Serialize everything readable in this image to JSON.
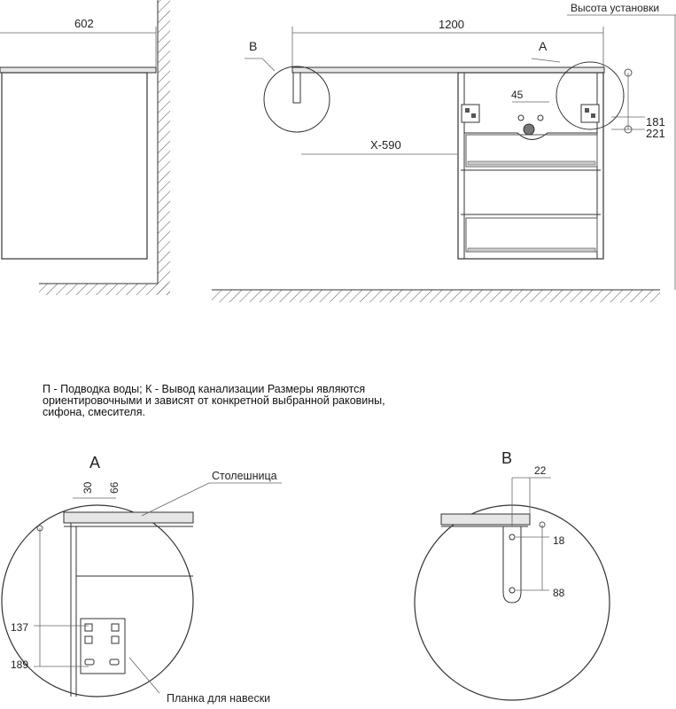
{
  "side_view": {
    "width_label": "602"
  },
  "front_view": {
    "install_height_label": "Высота установки",
    "width_label": "1200",
    "offset_label": "X-590",
    "spacing_label": "45",
    "height_181": "181",
    "height_221": "221",
    "callout_a": "A",
    "callout_b": "B"
  },
  "note_text": "П - Подводка воды; К - Вывод канализации Размеры являются ориентировочными и зависят от конкретной выбранной раковины, сифона, смесителя.",
  "detail_a": {
    "title": "A",
    "dim_30": "30",
    "dim_66": "66",
    "dim_137": "137",
    "dim_189": "189",
    "countertop_label": "Столешница",
    "bracket_label": "Планка для навески"
  },
  "detail_b": {
    "title": "B",
    "dim_22": "22",
    "dim_18": "18",
    "dim_88": "88"
  }
}
